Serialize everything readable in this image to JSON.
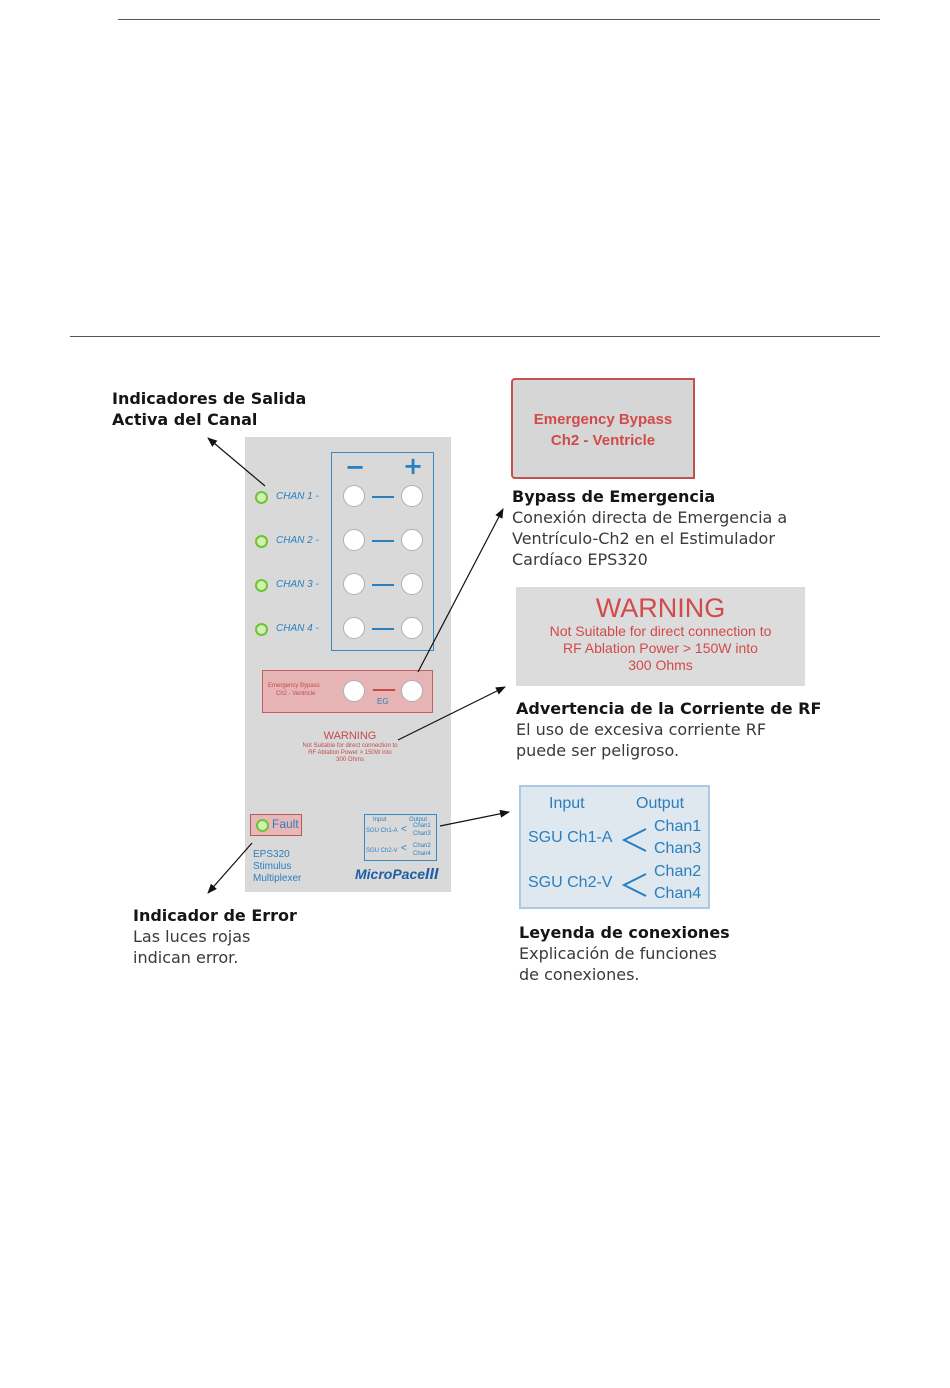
{
  "annotations": {
    "channel_indicators": {
      "title_line1": "Indicadores de Salida",
      "title_line2": "Activa del Canal"
    },
    "bypass": {
      "title": "Bypass de Emergencia",
      "line1": "Conexión directa de Emergencia a",
      "line2": "Ventrículo-Ch2 en el Estimulador",
      "line3": "Cardíaco EPS320"
    },
    "rf_warning": {
      "title": "Advertencia de la Corriente de RF",
      "line1": "El uso de excesiva corriente RF",
      "line2": "puede ser peligroso."
    },
    "error": {
      "title": "Indicador de Error",
      "line1": "Las luces rojas",
      "line2": "indican error."
    },
    "legend": {
      "title": "Leyenda de conexiones",
      "line1": "Explicación de funciones",
      "line2": "de conexiones."
    }
  },
  "device": {
    "minus": "−",
    "plus": "+",
    "channels": [
      "CHAN 1 -",
      "CHAN 2 -",
      "CHAN 3 -",
      "CHAN 4 -"
    ],
    "bypass_small_line1": "Emergency Bypass",
    "bypass_small_line2": "Ch2 - Ventricle",
    "bypass_small_sub": "EG",
    "warning_small_title": "WARNING",
    "warning_small_line1": "Not Suitable for direct connection to",
    "warning_small_line2": "RF Ablation Power > 150W into",
    "warning_small_line3": "300 Ohms",
    "fault": "Fault",
    "model_line1": "EPS320",
    "model_line2": "Stimulus",
    "model_line3": "Multiplexer",
    "brand": "MicroPace",
    "legend_small": {
      "input": "Input",
      "output": "Output",
      "row1_in": "SGU Ch1-A",
      "row1_out_a": "Chan1",
      "row1_out_b": "Chan3",
      "row2_in": "SGU Ch2-V",
      "row2_out_a": "Chan2",
      "row2_out_b": "Chan4"
    }
  },
  "emergency_label": {
    "line1": "Emergency Bypass",
    "line2": "Ch2 - Ventricle"
  },
  "warning_label": {
    "title": "WARNING",
    "line1": "Not Suitable for direct connection to",
    "line2": "RF Ablation Power > 150W into",
    "line3": "300 Ohms"
  },
  "legend_label": {
    "input": "Input",
    "output": "Output",
    "row1_in": "SGU Ch1-A",
    "row1_out_a": "Chan1",
    "row1_out_b": "Chan3",
    "row2_in": "SGU Ch2-V",
    "row2_out_a": "Chan2",
    "row2_out_b": "Chan4"
  },
  "colors": {
    "blue": "#2a7fbf",
    "red": "#d24a4a",
    "led_green": "#6cc43a",
    "panel_gray": "#d9d9d9"
  }
}
